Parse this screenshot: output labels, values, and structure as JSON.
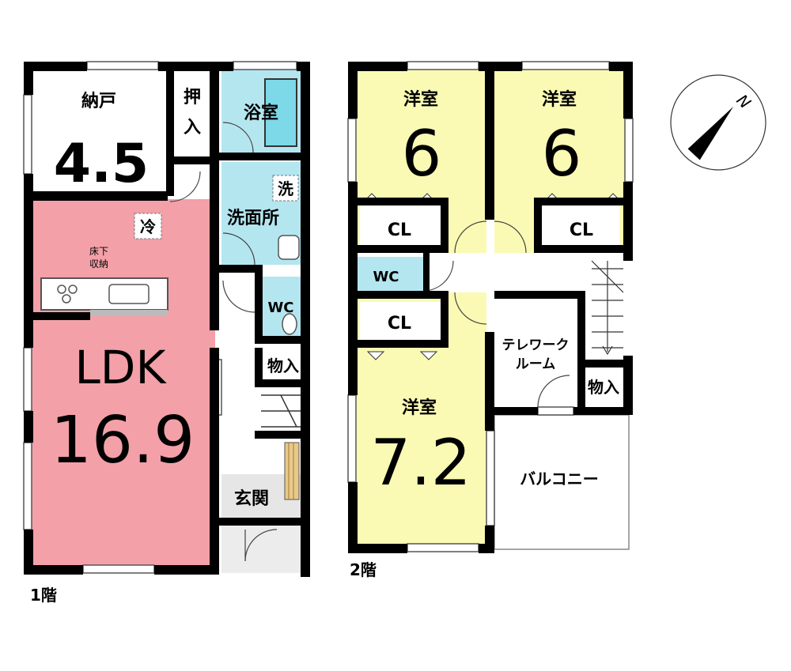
{
  "floor1": {
    "label": "1階",
    "rooms": {
      "storage": {
        "name": "納戸",
        "size": "4.5"
      },
      "closet_oshiire": {
        "name": "押入"
      },
      "bath": {
        "name": "浴室"
      },
      "washer": {
        "name": "洗"
      },
      "washroom": {
        "name": "洗面所"
      },
      "fridge": {
        "name": "冷"
      },
      "underfloor": {
        "name": "床下収納"
      },
      "ldk": {
        "name": "LDK",
        "size": "16.9"
      },
      "wc": {
        "name": "WC"
      },
      "storage_small": {
        "name": "物入"
      },
      "entrance": {
        "name": "玄関"
      }
    }
  },
  "floor2": {
    "label": "2階",
    "rooms": {
      "western_left": {
        "name": "洋室",
        "size": "6"
      },
      "western_right": {
        "name": "洋室",
        "size": "6"
      },
      "cl_left": {
        "name": "CL"
      },
      "cl_right": {
        "name": "CL"
      },
      "wc": {
        "name": "WC"
      },
      "cl_lower": {
        "name": "CL"
      },
      "telework": {
        "name": "テレワーク",
        "name2": "ルーム"
      },
      "storage_small": {
        "name": "物入"
      },
      "western_big": {
        "name": "洋室",
        "size": "7.2"
      },
      "balcony": {
        "name": "バルコニー"
      }
    }
  },
  "compass": {
    "label": "N"
  },
  "colors": {
    "ldk": "#f3a0a8",
    "western": "#fafab4",
    "wet": "#b4e6f0",
    "wall": "#000000",
    "stair": "#ffffff"
  }
}
